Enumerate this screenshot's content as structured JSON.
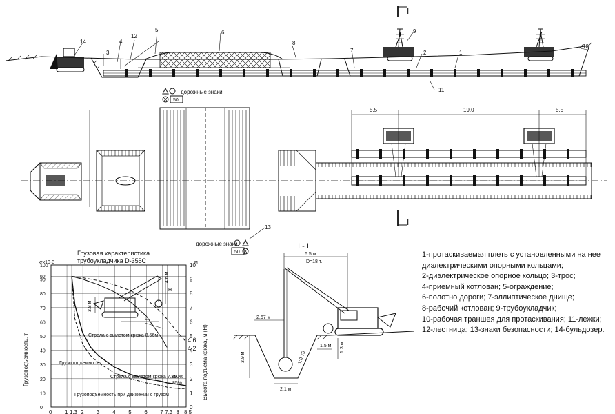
{
  "section_mark_label": "I",
  "section_view_title": "I - I",
  "callouts": [
    "1",
    "2",
    "3",
    "4",
    "5",
    "6",
    "7",
    "8",
    "9",
    "10",
    "11",
    "12",
    "13",
    "14"
  ],
  "road_signs_label": "дорожные знаки",
  "speed_sign": "50",
  "dimensions": {
    "left": "5.5",
    "middle": "19.0",
    "right": "5.5"
  },
  "section_dims": {
    "top_width": "6.5 м",
    "diameter": "D=18 т.",
    "depth": "3.9 м",
    "bottom_width": "2.1 м",
    "offset": "2.67 м",
    "slope": "1:0.75",
    "edge": "1.5 м",
    "edge_h": "1.3 м"
  },
  "chart": {
    "title_line1": "Грузовая характеристика",
    "title_line2": "трубоукладчика D-355C",
    "y_left_unit": "кгх10-3",
    "y_left_label": "Грузоподъемность, т",
    "y_right_unit": "м",
    "y_right_label": "Высота подъема крюка, м (Н)",
    "curve_labels": [
      "Стрела с вылетом крюка 8.56м",
      "Грузоподъемность",
      "Стрела с вылетом крюка 7.3м",
      "Грузоподъемность при движении с грузом"
    ],
    "pct_labels": [
      "100%",
      "85%"
    ],
    "inset_labels": [
      "3.8 м",
      "L",
      "H",
      "4.6 м"
    ],
    "right_marks": [
      "4.6",
      "4.2"
    ]
  },
  "chart_data": {
    "type": "line",
    "title": "Грузовая характеристика трубоукладчика D-355C",
    "ylabel": "Грузоподъемность, т",
    "y2label": "Высота подъема крюка, м (Н)",
    "x_ticks": [
      "0",
      "1",
      "1,3",
      "2",
      "3",
      "4",
      "5",
      "6",
      "7",
      "7,3",
      "8",
      "8,5"
    ],
    "y_ticks": [
      "100",
      "92",
      "90",
      "80",
      "70",
      "60",
      "50",
      "40",
      "30",
      "20",
      "10",
      "0"
    ],
    "y2_ticks": [
      "10",
      "9",
      "8",
      "7",
      "6",
      "5",
      "4",
      "3",
      "2",
      "1",
      "0"
    ],
    "xlim": [
      0,
      8.5
    ],
    "ylim": [
      0,
      100
    ],
    "y2lim": [
      0,
      10
    ],
    "series": [
      {
        "name": "Грузоподъемность",
        "x": [
          1.3,
          1.5,
          2,
          2.5,
          3,
          4,
          5,
          6,
          7,
          7.3,
          8,
          8.5
        ],
        "y": [
          92,
          72,
          52,
          42,
          36,
          28,
          23,
          20,
          18,
          17,
          16,
          15
        ]
      },
      {
        "name": "Грузоподъемность при движении с грузом",
        "x": [
          1.3,
          1.5,
          2,
          2.5,
          3,
          4,
          5,
          6,
          7,
          7.3,
          8,
          8.5
        ],
        "y": [
          92,
          62,
          44,
          36,
          31,
          24,
          20,
          17,
          15,
          14,
          13,
          13
        ]
      },
      {
        "x": [
          1.3,
          2,
          3,
          4,
          5,
          6,
          7,
          7.3
        ],
        "y": [
          9.2,
          9.0,
          8.6,
          8.1,
          7.4,
          6.4,
          4.8,
          4.2
        ]
      },
      {
        "x": [
          1.3,
          2,
          3,
          4,
          5,
          6,
          7,
          8,
          8.5
        ],
        "y": [
          9.2,
          9.1,
          8.9,
          8.6,
          8.2,
          7.6,
          6.6,
          5.2,
          4.6
        ]
      }
    ]
  },
  "legend": [
    "1-протаскиваемая плеть с установленными на нее",
    "диэлектрическими опорными кольцами;",
    "2-диэлектрическое опорное кольцо; 3-трос;",
    "4-приемный котлован; 5-ограждение;",
    "6-полотно дороги; 7-эллиптическое днище;",
    "8-рабочий котлован; 9-трубоукладчик;",
    "10-рабочая траншея для протаскивания; 11-лежки;",
    "12-лестница; 13-знаки безопасности; 14-бульдозер."
  ]
}
